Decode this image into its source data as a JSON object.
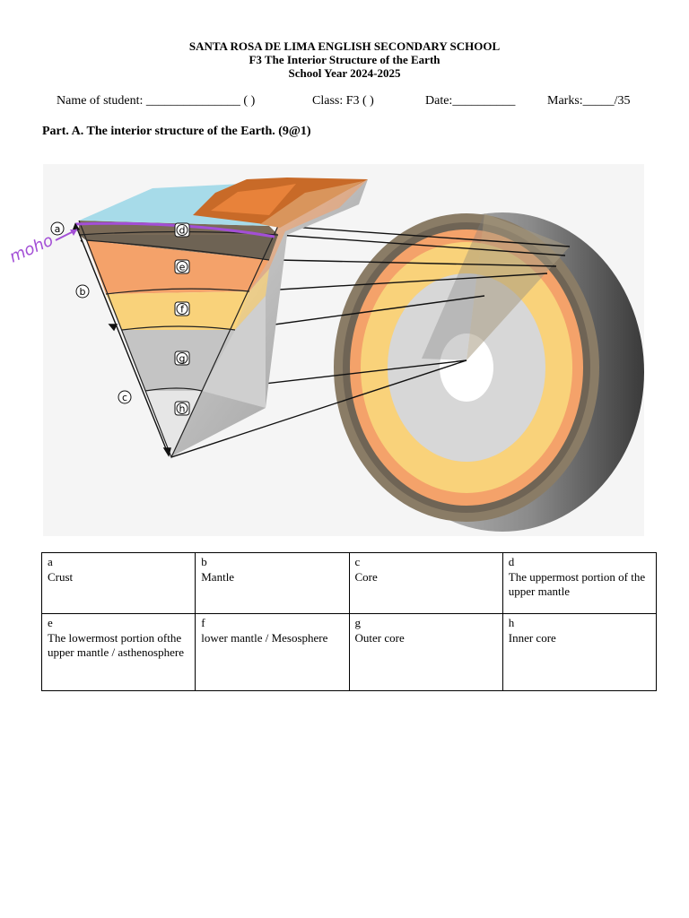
{
  "header": {
    "school": "SANTA ROSA DE LIMA ENGLISH SECONDARY SCHOOL",
    "title": "F3 The Interior Structure of the Earth",
    "year": "School Year 2024-2025"
  },
  "student_info": {
    "name": "Name of student: _______________ ( )",
    "class": "Class: F3 ( )",
    "date": "Date:__________",
    "marks": "Marks:_____/35"
  },
  "part_a": {
    "title": "Part. A. The interior structure of the Earth. (9@1)"
  },
  "figure": {
    "handwritten_annotation": "moho",
    "labels": [
      "a",
      "b",
      "c",
      "d",
      "e",
      "f",
      "g",
      "h"
    ],
    "colors": {
      "ocean": "#a7dbe9",
      "crust": "#7a6a57",
      "upper_mantle": "#f4a26a",
      "lower_mantle": "#f9d27a",
      "outer_core": "#c4c4c4",
      "inner_core": "#e6e6e6",
      "moho_line": "#a34fd6"
    }
  },
  "answers": {
    "rows": [
      [
        {
          "letter": "a",
          "text": "Crust"
        },
        {
          "letter": "b",
          "text": "Mantle"
        },
        {
          "letter": "c",
          "text": "Core"
        },
        {
          "letter": "d",
          "text": "The uppermost portion of the upper mantle"
        }
      ],
      [
        {
          "letter": "e",
          "text": "The lowermost portion ofthe upper mantle / asthenosphere"
        },
        {
          "letter": "f",
          "text": "lower mantle / Mesosphere"
        },
        {
          "letter": "g",
          "text": "Outer core"
        },
        {
          "letter": "h",
          "text": "Inner core"
        }
      ]
    ]
  }
}
